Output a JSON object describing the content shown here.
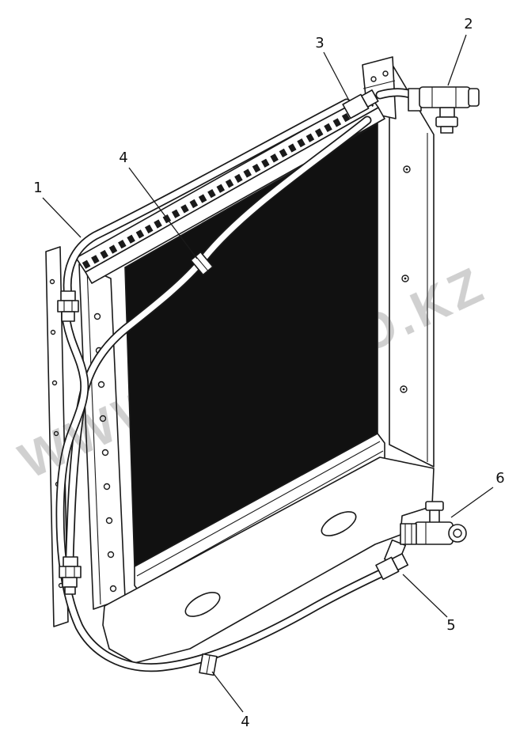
{
  "colors": {
    "line": "#1a1a1a",
    "core_fill": "#111111",
    "watermark": "#c4c4c4",
    "background": "#ffffff"
  },
  "watermark": {
    "left": "WWW",
    "right": "O.KZ"
  },
  "callouts": [
    {
      "label": "1"
    },
    {
      "label": "2"
    },
    {
      "label": "3"
    },
    {
      "label": "4"
    },
    {
      "label": "4"
    },
    {
      "label": "5"
    },
    {
      "label": "6"
    }
  ]
}
